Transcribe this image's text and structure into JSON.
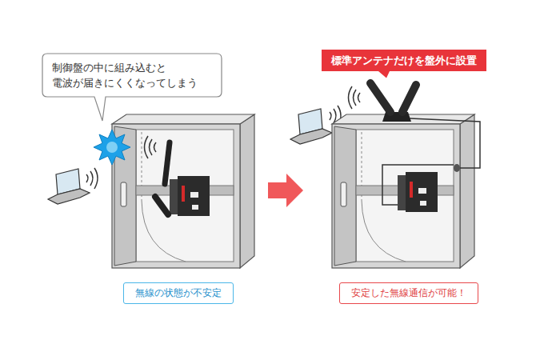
{
  "diagram": {
    "nodes": [
      {
        "text": [
          "制御盤の中に組み込むと 電波が届きにくくなってしまう"
        ]
      },
      {
        "text": [
          "標準アンテナだけを盤外に設置"
        ]
      },
      {
        "text": [
          "無線の状態が不安定"
        ]
      },
      {
        "text": [
          "安定した無線通信が可能！"
        ]
      }
    ]
  }
}
